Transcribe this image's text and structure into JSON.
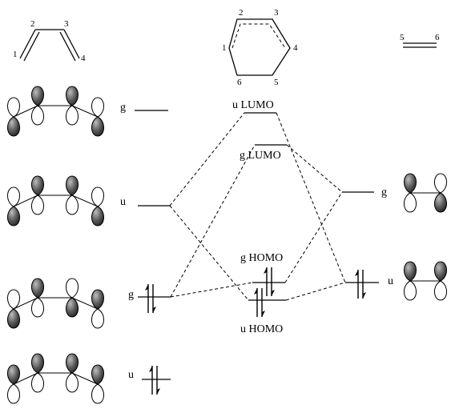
{
  "butadiene": {
    "atom_labels": [
      "1",
      "2",
      "3",
      "4"
    ]
  },
  "ring": {
    "atom_labels": [
      "1",
      "2",
      "3",
      "4",
      "5",
      "6"
    ]
  },
  "ethylene": {
    "atom_labels": [
      "5",
      "6"
    ]
  },
  "butadiene_levels": [
    {
      "symmetry": "g",
      "occupied": false
    },
    {
      "symmetry": "u",
      "occupied": false
    },
    {
      "symmetry": "g",
      "occupied": true
    },
    {
      "symmetry": "u",
      "occupied": true
    }
  ],
  "ethylene_levels": [
    {
      "symmetry": "g",
      "occupied": false
    },
    {
      "symmetry": "u",
      "occupied": true
    }
  ],
  "product_levels": [
    {
      "label": "u LUMO",
      "occupied": false
    },
    {
      "label": "g LUMO",
      "occupied": false
    },
    {
      "label": "g HOMO",
      "occupied": true
    },
    {
      "label": "u HOMO",
      "occupied": true
    }
  ],
  "colors": {
    "lobe_shaded": "#3a3a3a",
    "lobe_open": "#ffffff",
    "line": "#000000"
  }
}
